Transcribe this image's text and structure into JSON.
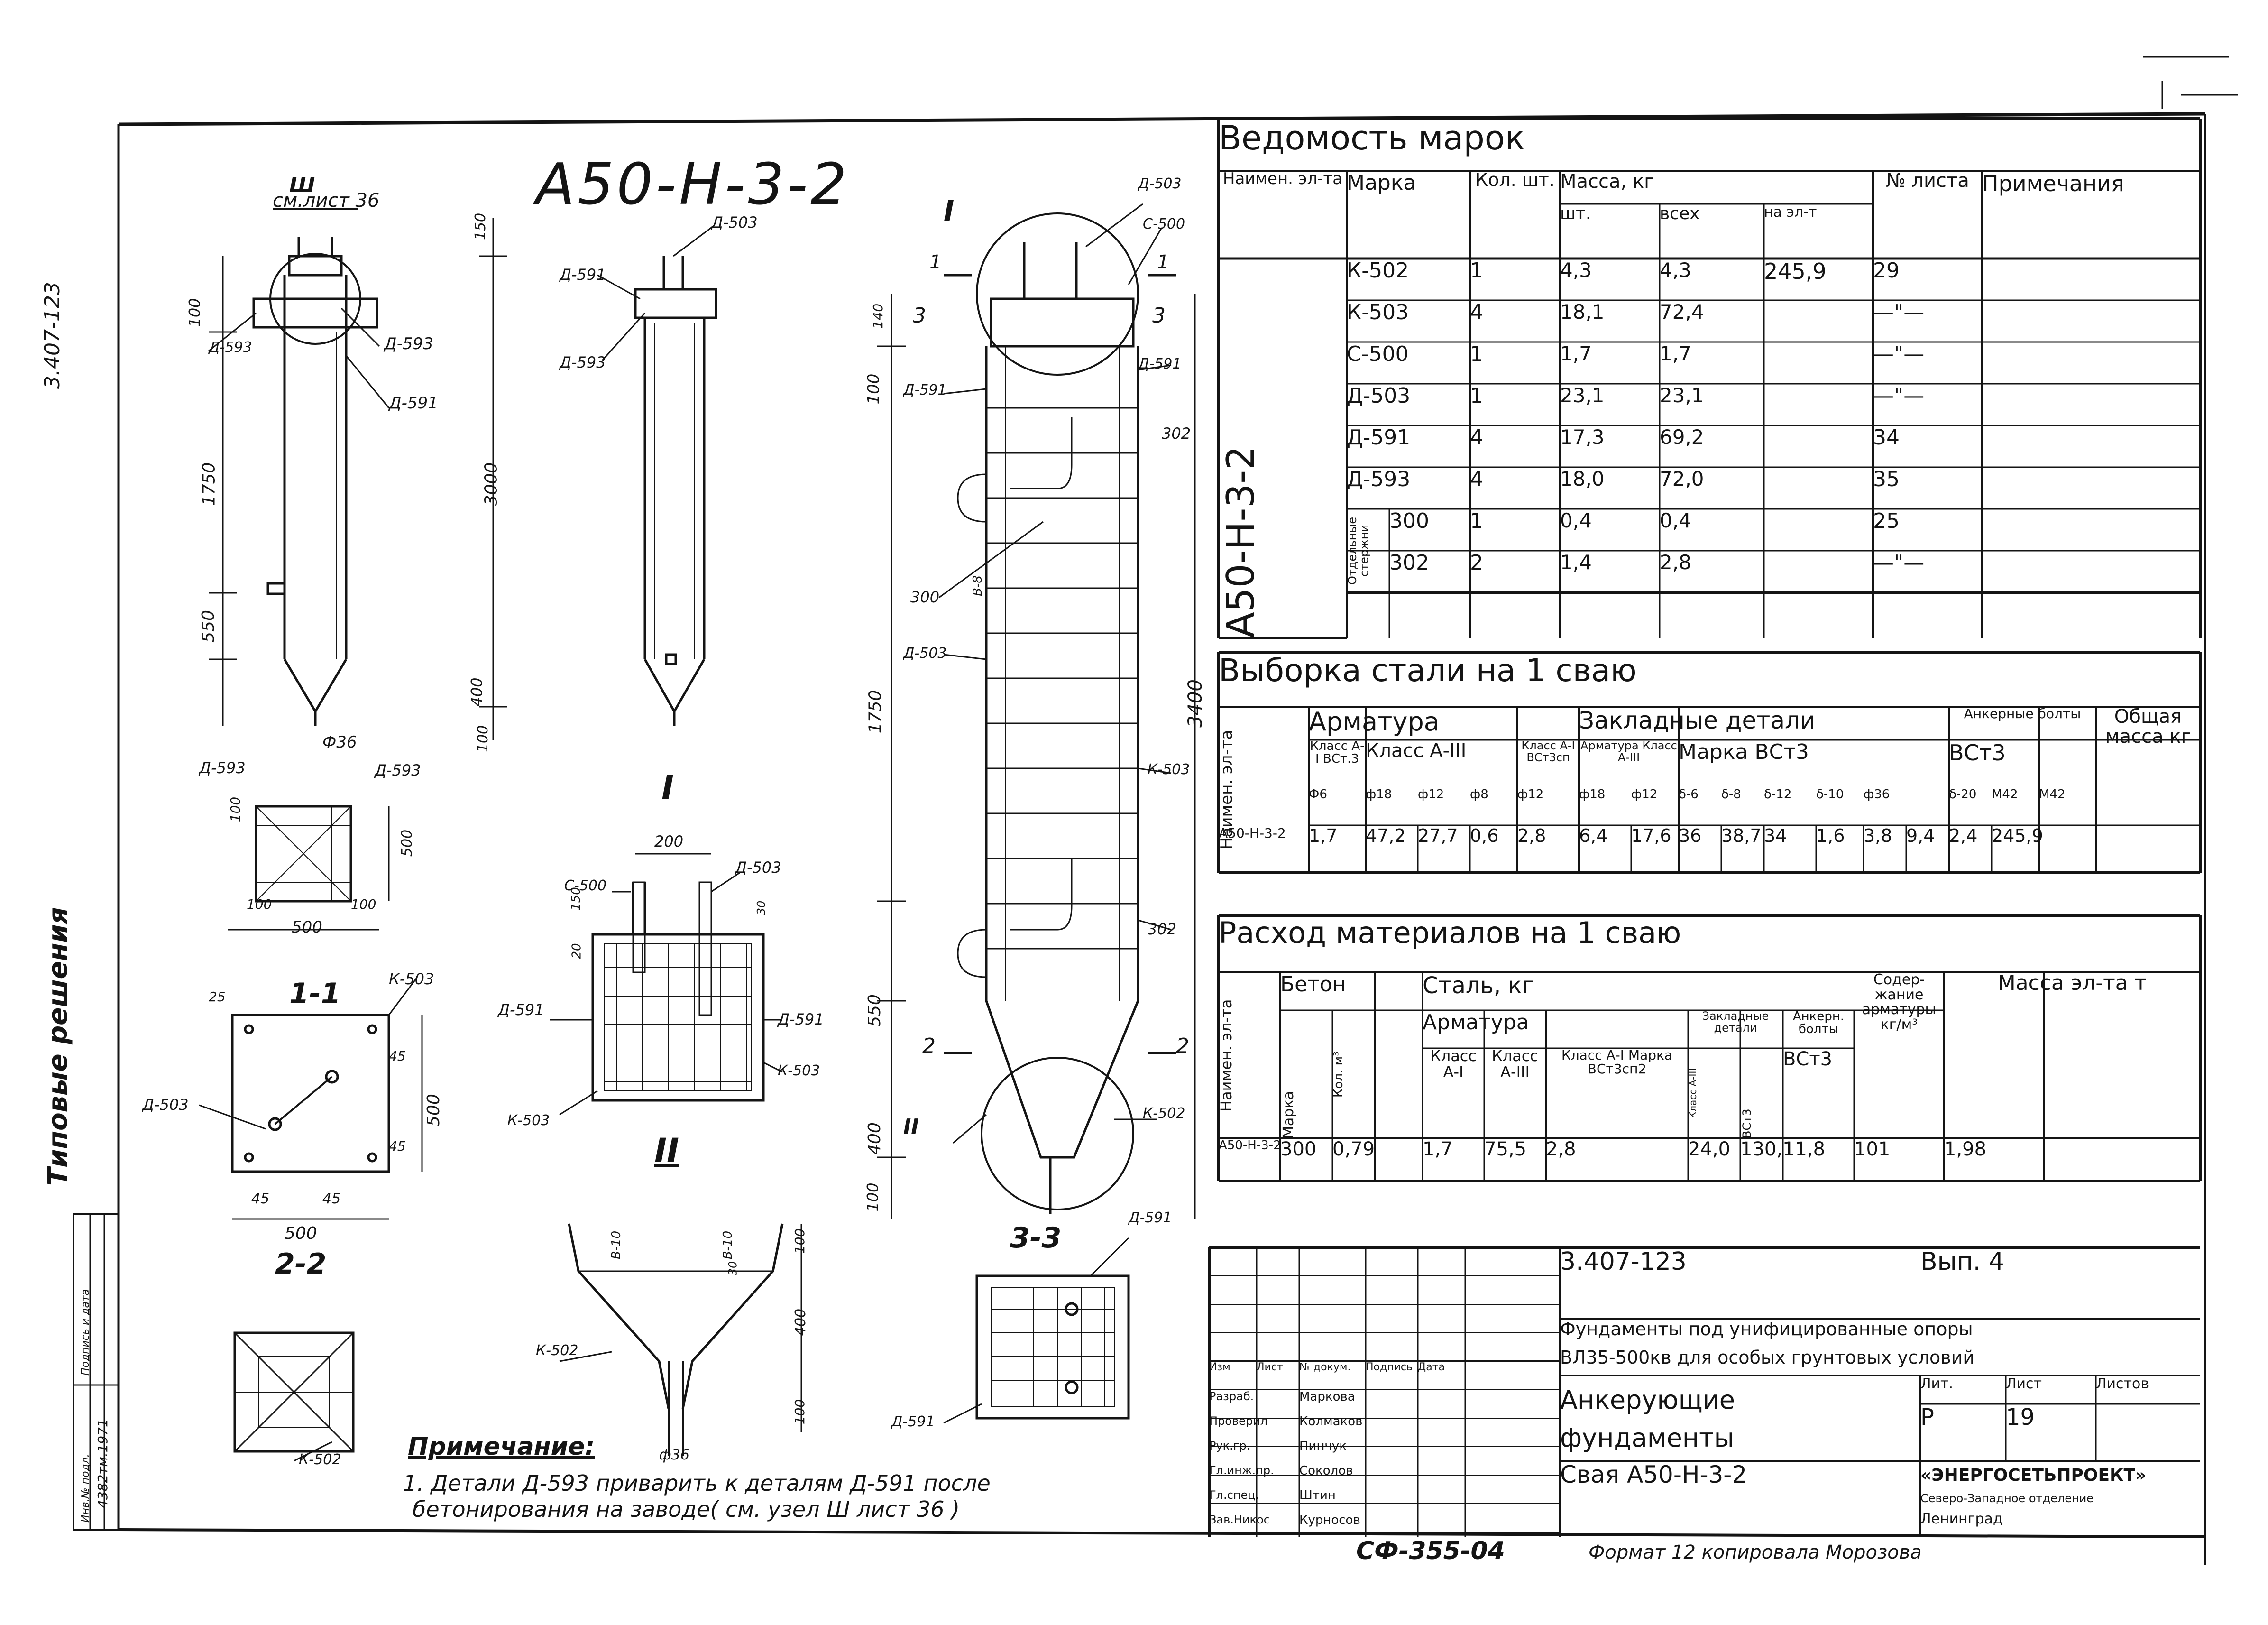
{
  "sheet": {
    "series_code": "3.407-123",
    "category": "Типовые решения",
    "item_mark": "А50-Н-3-2",
    "release": "Вып. 4",
    "format_note": "Формат 12 копировала Морозова",
    "print_code": "СФ-355-04",
    "stamp_left": [
      "Инв.№ подл.",
      "Подпись и дата"
    ],
    "stamp_left_value": "4382тм.1971"
  },
  "views": {
    "node_ref_iii": "Ш",
    "node_ref_sheet": "см.лист 36",
    "section_i": "I",
    "section_ii": "II",
    "section_11": "1-1",
    "section_22": "2-2",
    "section_33": "3-3",
    "section_mark_2": "2",
    "section_mark_1": "1",
    "section_mark_3": "3",
    "left_dims": [
      "100",
      "1750",
      "550",
      "400",
      "3000",
      "150",
      "100"
    ],
    "main_dims": [
      "100",
      "1750",
      "550",
      "400",
      "100",
      "3400",
      "140"
    ],
    "detail_i_dims": [
      "200",
      "150",
      "20",
      "30"
    ],
    "detail_ii_dims": [
      "100",
      "30",
      "400",
      "100"
    ],
    "section_dims": [
      "25",
      "45",
      "500",
      "45",
      "45",
      "45",
      "500"
    ],
    "plan_dims": [
      "100",
      "100",
      "100",
      "500",
      "500"
    ],
    "phi36": "Ф36",
    "phi36_b": "ф36",
    "b10": "В-10",
    "b8": "В-8",
    "labels": {
      "d593": "Д-593",
      "d591": "Д-591",
      "d503": "Д-503",
      "c500": "С-500",
      "k502": "К-502",
      "k503": "К-503",
      "r300": "300",
      "r302": "302"
    }
  },
  "note": {
    "title": "Примечание:",
    "line1": "1. Детали Д-593 приварить к деталям Д-591 после",
    "line2": "бетонирования на заводе( см. узел Ш лист 36 )"
  },
  "vedomost": {
    "title": "Ведомость марок",
    "headers": {
      "name": "Наимен. эл-та",
      "mark": "Марка",
      "qty": "Кол. шт.",
      "mass": "Масса, кг",
      "mass_unit": "шт.",
      "mass_total": "всех",
      "mass_elem": "на эл-т",
      "sheet": "№ листа",
      "notes": "Примечания"
    },
    "element": "А50-Н-3-2",
    "group_label": "Отдельные стержни",
    "mass_elem_value": "245,9",
    "rows": [
      {
        "mark": "К-502",
        "qty": "1",
        "unit": "4,3",
        "total": "4,3",
        "sheet": "29"
      },
      {
        "mark": "К-503",
        "qty": "4",
        "unit": "18,1",
        "total": "72,4",
        "sheet": "—\"—"
      },
      {
        "mark": "С-500",
        "qty": "1",
        "unit": "1,7",
        "total": "1,7",
        "sheet": "—\"—"
      },
      {
        "mark": "Д-503",
        "qty": "1",
        "unit": "23,1",
        "total": "23,1",
        "sheet": "—\"—"
      },
      {
        "mark": "Д-591",
        "qty": "4",
        "unit": "17,3",
        "total": "69,2",
        "sheet": "34"
      },
      {
        "mark": "Д-593",
        "qty": "4",
        "unit": "18,0",
        "total": "72,0",
        "sheet": "35"
      },
      {
        "mark": "300",
        "qty": "1",
        "unit": "0,4",
        "total": "0,4",
        "sheet": "25"
      },
      {
        "mark": "302",
        "qty": "2",
        "unit": "1,4",
        "total": "2,8",
        "sheet": "—\"—"
      }
    ]
  },
  "vyborka": {
    "title": "Выборка стали на 1 сваю",
    "h_name": "Наимен. эл-та",
    "h_armatura": "Арматура",
    "h_zakladnye": "Закладные детали",
    "h_ankernye": "Анкерные болты",
    "h_total": "Общая масса кг",
    "h_class_ai": "Класс А-I ВСт.3",
    "h_class_aiii": "Класс А-III",
    "h_class_ai2": "Класс А-I ВСт3сп",
    "h_armatura2": "Арматура Класс А-III",
    "h_marka_vst3": "Марка ВСт3",
    "h_vst3": "ВСт3",
    "sub": [
      "Ф6",
      "ф18",
      "ф12",
      "ф8",
      "ф12",
      "ф18",
      "ф12",
      "δ-6",
      "δ-8",
      "δ-12",
      "δ-10",
      "ф36",
      "δ-20",
      "М42",
      "М42"
    ],
    "row": [
      "А50-Н-3-2",
      "1,7",
      "47,2",
      "27,7",
      "0,6",
      "2,8",
      "6,4",
      "17,6",
      "36",
      "38,7",
      "34",
      "1,6",
      "3,8",
      "9,4",
      "2,4",
      "245,9"
    ]
  },
  "raskhod": {
    "title": "Расход материалов на 1 сваю",
    "h_name": "Наимен. эл-та",
    "h_beton": "Бетон",
    "h_marka": "Марка",
    "h_kol": "Кол. м³",
    "h_stal": "Сталь, кг",
    "h_armatura": "Арматура",
    "h_zakl": "Закладные детали",
    "h_ankern": "Анкерн. болты",
    "h_soderzh": "Содер- жание арматуры кг/м³",
    "h_massa": "Масса эл-та т",
    "h_ai": "Класс А-I",
    "h_aiii": "Класс А-III",
    "h_ai_marka": "Класс А-I Марка ВСт3сп2",
    "h_zakl_aiii": "Класс А-III",
    "h_zakl_vst3": "ВСт3",
    "h_ankern_vst3": "ВСт3",
    "row": [
      "А50-Н-3-2",
      "300",
      "0,79",
      "1,7",
      "75,5",
      "2,8",
      "24,0",
      "130,1",
      "11,8",
      "101",
      "1,98"
    ]
  },
  "titleblock": {
    "code": "3.407-123",
    "release": "Вып. 4",
    "desc1": "Фундаменты под унифицированные опоры",
    "desc2": "ВЛ35-500кв для особых грунтовых условий",
    "name1": "Анкерующие",
    "name2": "фундаменты",
    "item": "Свая А50-Н-3-2",
    "lit_h": "Лит.",
    "list_h": "Лист",
    "listov_h": "Листов",
    "lit": "Р",
    "list": "19",
    "org1": "«ЭНЕРГОСЕТЬПРОЕКТ»",
    "org2": "Северо-Западное отделение",
    "org3": "Ленинград",
    "cols": [
      "Изм",
      "Лист",
      "№ докум.",
      "Подпись",
      "Дата"
    ],
    "roles": [
      {
        "role": "Разраб.",
        "name": "Маркова"
      },
      {
        "role": "Проверил",
        "name": "Колмаков"
      },
      {
        "role": "Рук.гр.",
        "name": "Пинчук"
      },
      {
        "role": "Гл.инж.пр.",
        "name": "Соколов"
      },
      {
        "role": "Гл.спец.",
        "name": "Штин"
      },
      {
        "role": "Зав.Никос",
        "name": "Курносов"
      }
    ]
  }
}
